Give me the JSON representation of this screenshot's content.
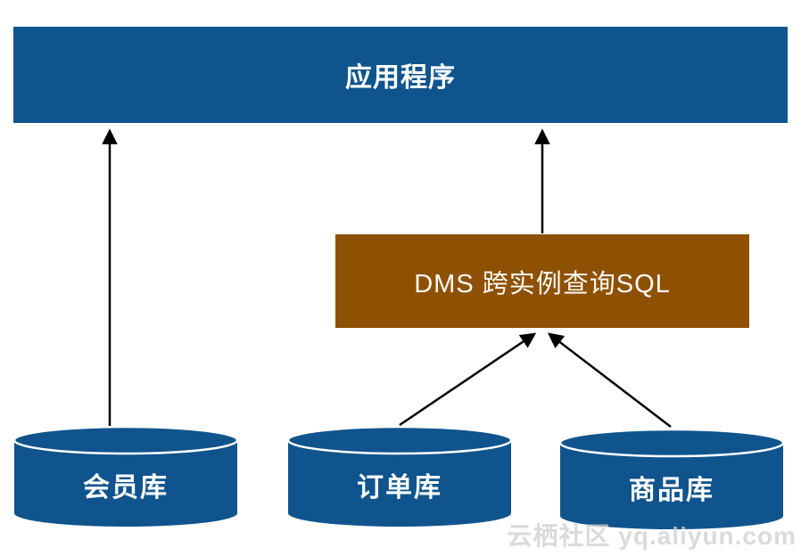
{
  "diagram": {
    "app_box": {
      "label": "应用程序"
    },
    "dms_box": {
      "label": "DMS 跨实例查询SQL"
    },
    "databases": [
      {
        "id": "member-db",
        "label": "会员库"
      },
      {
        "id": "order-db",
        "label": "订单库"
      },
      {
        "id": "product-db",
        "label": "商品库"
      }
    ],
    "connections": [
      {
        "from": "member-db",
        "to": "app-box",
        "direction": "up"
      },
      {
        "from": "dms-box",
        "to": "app-box",
        "direction": "up"
      },
      {
        "from": "order-db",
        "to": "dms-box",
        "direction": "up"
      },
      {
        "from": "product-db",
        "to": "dms-box",
        "direction": "up"
      }
    ],
    "watermark": "云栖社区 yq.aliyun.com",
    "colors": {
      "node_blue": "#10548D",
      "node_brown": "#8E5104",
      "arrow_black": "#000000",
      "node_text": "#FFFFFF",
      "cylinder_rim_white": "#FFFFFF",
      "watermark_gray": "#CDCDCD"
    }
  }
}
